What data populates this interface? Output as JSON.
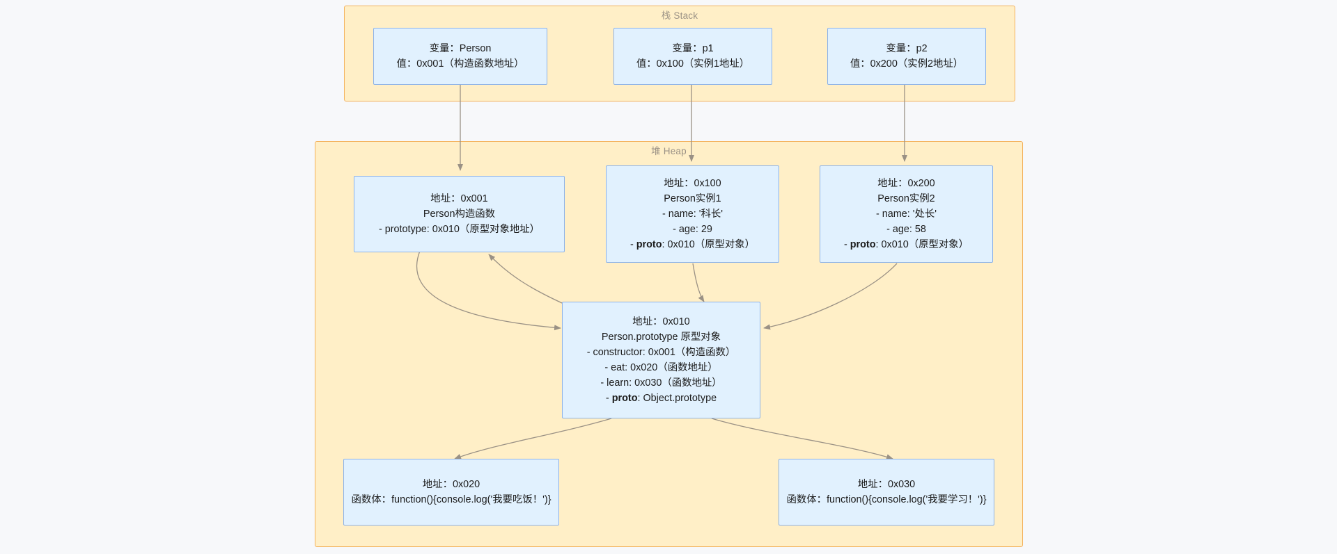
{
  "diagram": {
    "type": "memory-model-flowchart",
    "title_visible": false,
    "background_color": "#f7f8fa",
    "cluster_fill": "#ffefc7",
    "cluster_stroke": "#f3b15b",
    "node_fill": "#e1f1fe",
    "node_stroke": "#8cb2e8",
    "edge_stroke": "#9a9185"
  },
  "clusters": {
    "stack": {
      "label": "栈 Stack"
    },
    "heap": {
      "label": "堆 Heap"
    }
  },
  "stack_nodes": [
    {
      "id": "var-person",
      "lines": [
        "变量：Person",
        "值：0x001（构造函数地址）"
      ]
    },
    {
      "id": "var-p1",
      "lines": [
        "变量：p1",
        "值：0x100（实例1地址）"
      ]
    },
    {
      "id": "var-p2",
      "lines": [
        "变量：p2",
        "值：0x200（实例2地址）"
      ]
    }
  ],
  "heap_nodes": [
    {
      "id": "person-constructor",
      "lines": [
        "地址：0x001",
        "Person构造函数",
        "- prototype: 0x010（原型对象地址）"
      ]
    },
    {
      "id": "person-instance-1",
      "lines": [
        "地址：0x100",
        "Person实例1",
        "- name: '科长'",
        "- age: 29",
        "- proto: 0x010（原型对象）"
      ],
      "bold_prefix": "proto"
    },
    {
      "id": "person-instance-2",
      "lines": [
        "地址：0x200",
        "Person实例2",
        "- name: '处长'",
        "- age: 58",
        "- proto: 0x010（原型对象）"
      ],
      "bold_prefix": "proto"
    },
    {
      "id": "person-prototype",
      "lines": [
        "地址：0x010",
        "Person.prototype 原型对象",
        "- constructor: 0x001（构造函数）",
        "- eat: 0x020（函数地址）",
        "- learn: 0x030（函数地址）",
        "- proto: Object.prototype"
      ],
      "bold_prefix": "proto"
    },
    {
      "id": "fn-eat",
      "lines": [
        "地址：0x020",
        "函数体：function(){console.log('我要吃饭！')}"
      ]
    },
    {
      "id": "fn-learn",
      "lines": [
        "地址：0x030",
        "函数体：function(){console.log('我要学习！')}"
      ]
    }
  ],
  "node_text": {
    "var_person_l1": "变量：Person",
    "var_person_l2": "值：0x001（构造函数地址）",
    "var_p1_l1": "变量：p1",
    "var_p1_l2": "值：0x100（实例1地址）",
    "var_p2_l1": "变量：p2",
    "var_p2_l2": "值：0x200（实例2地址）",
    "ctor_l1": "地址：0x001",
    "ctor_l2": "Person构造函数",
    "ctor_l3": "- prototype: 0x010（原型对象地址）",
    "inst1_l1": "地址：0x100",
    "inst1_l2": "Person实例1",
    "inst1_l3": "- name: '科长'",
    "inst1_l4": "- age: 29",
    "inst1_l5_pre": "- ",
    "inst1_l5_bold": "proto",
    "inst1_l5_post": ": 0x010（原型对象）",
    "inst2_l1": "地址：0x200",
    "inst2_l2": "Person实例2",
    "inst2_l3": "- name: '处长'",
    "inst2_l4": "- age: 58",
    "inst2_l5_pre": "- ",
    "inst2_l5_bold": "proto",
    "inst2_l5_post": ": 0x010（原型对象）",
    "proto_l1": "地址：0x010",
    "proto_l2": "Person.prototype 原型对象",
    "proto_l3": "- constructor: 0x001（构造函数）",
    "proto_l4": "- eat: 0x020（函数地址）",
    "proto_l5": "- learn: 0x030（函数地址）",
    "proto_l6_pre": "- ",
    "proto_l6_bold": "proto",
    "proto_l6_post": ": Object.prototype",
    "eat_l1": "地址：0x020",
    "eat_l2": "函数体：function(){console.log('我要吃饭！')}",
    "learn_l1": "地址：0x030",
    "learn_l2": "函数体：function(){console.log('我要学习！')}"
  }
}
